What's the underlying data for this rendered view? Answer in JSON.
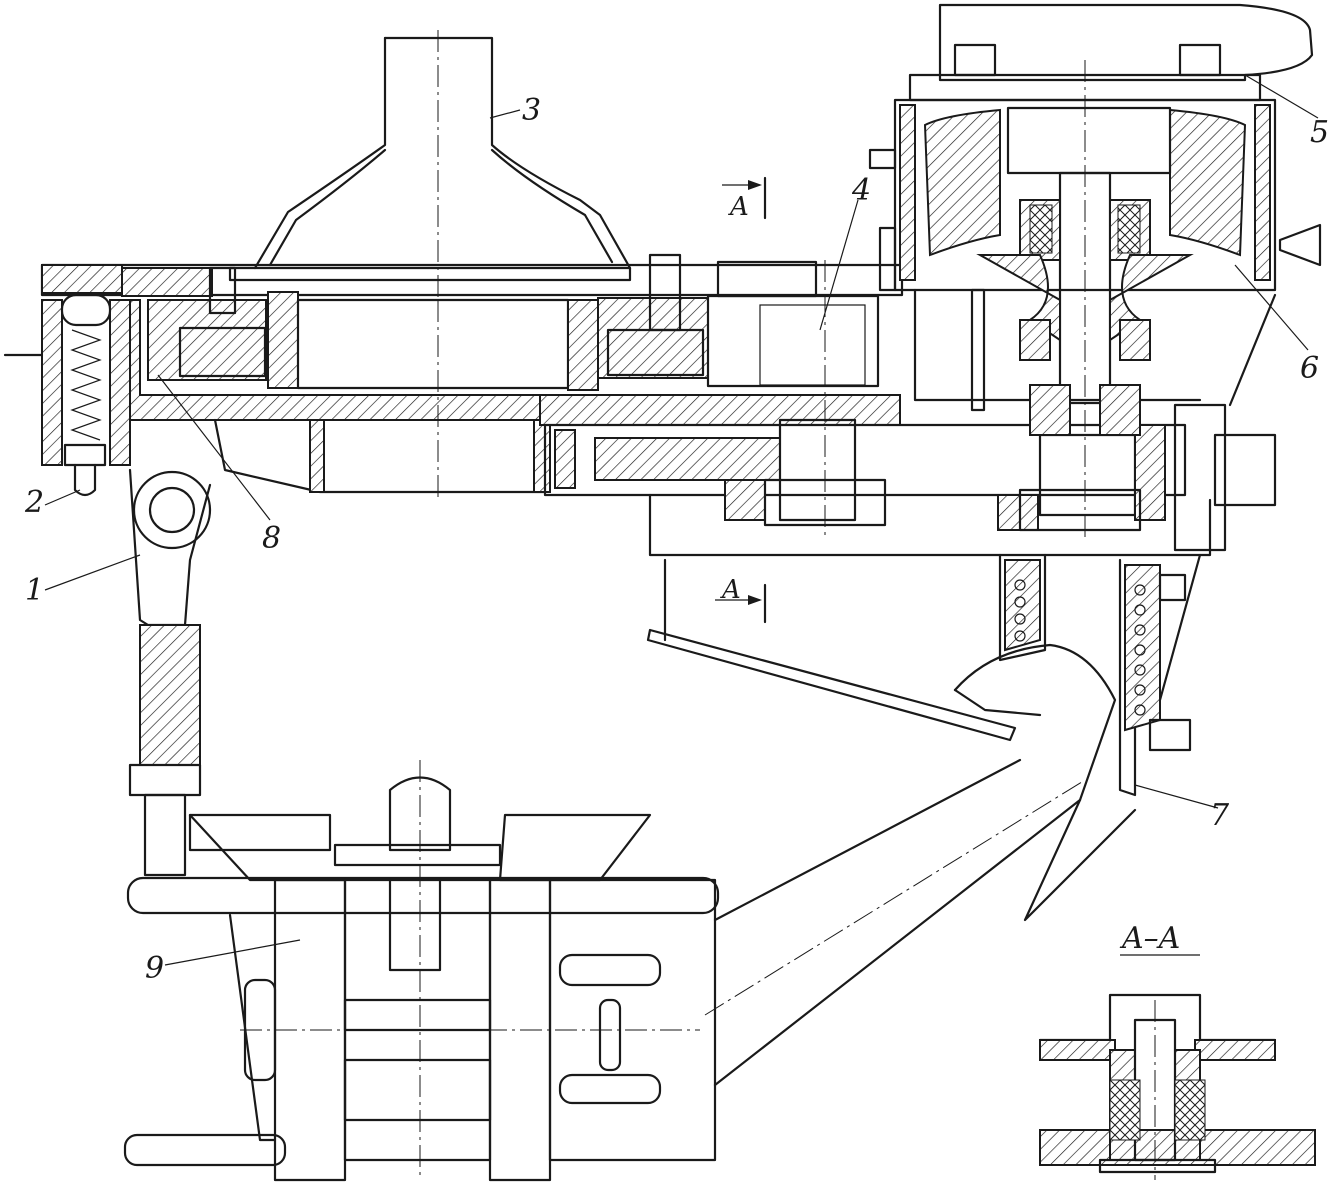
{
  "figure": {
    "callouts": [
      "1",
      "2",
      "3",
      "4",
      "5",
      "6",
      "7",
      "8",
      "9"
    ],
    "section_marks": [
      "A",
      "A"
    ],
    "section_view_title": "A–A"
  },
  "colors": {
    "ink": "#1a1a1a",
    "paper": "#ffffff"
  }
}
